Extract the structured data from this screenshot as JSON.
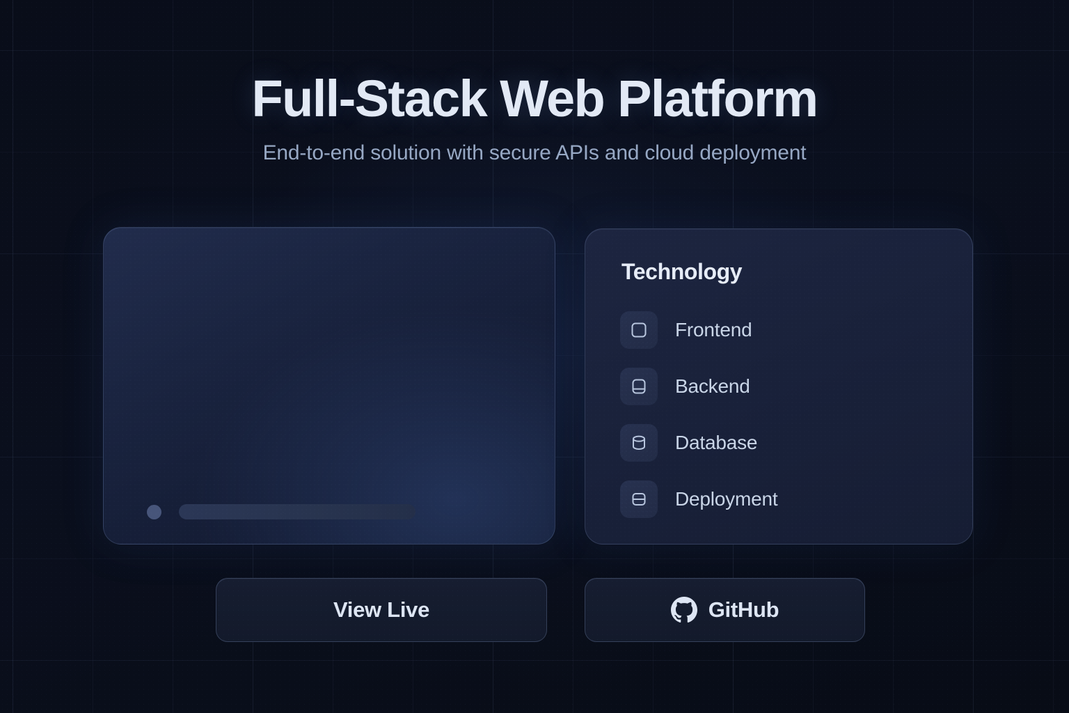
{
  "header": {
    "title": "Full-Stack Web Platform",
    "subtitle": "End-to-end solution with secure APIs and cloud deployment"
  },
  "preview_card": {
    "skeleton_rows": [
      {
        "bullet": "skeleton-bullet",
        "bar": "skeleton-bar"
      },
      {
        "bullet": "skeleton-bullet",
        "bar": "skeleton-bar"
      },
      {
        "bullet": "skeleton-bullet",
        "bar": "skeleton-bar"
      }
    ]
  },
  "tech_card": {
    "title": "Technology",
    "items": [
      {
        "label": "Frontend",
        "icon": "rounded-square-icon"
      },
      {
        "label": "Backend",
        "icon": "server-icon"
      },
      {
        "label": "Database",
        "icon": "database-cylinder-icon"
      },
      {
        "label": "Deployment",
        "icon": "split-panel-icon"
      }
    ]
  },
  "actions": {
    "view_live_label": "View Live",
    "github_label": "GitHub",
    "github_icon": "github-mark-icon"
  },
  "colors": {
    "page_background": "#0a0e1a",
    "card_background": "#1a2440",
    "tech_card_background": "#1b233c",
    "icon_tile": "#242e4a",
    "title_text": "#e2e9f5",
    "subtitle_text": "#97a8c4",
    "label_text": "#c9d5e7",
    "button_background": "#161d30",
    "border": "#98afdc",
    "skeleton_bar": "#2a3654",
    "skeleton_dot": "#47557a"
  }
}
